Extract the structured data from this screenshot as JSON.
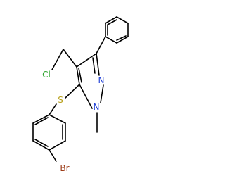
{
  "molecule": {
    "atoms": [
      {
        "id": "Cl",
        "symbol": "Cl",
        "color": "#2fa52f"
      },
      {
        "id": "N2",
        "symbol": "N",
        "color": "#1f3fd6"
      },
      {
        "id": "N1",
        "symbol": "N",
        "color": "#1f3fd6"
      },
      {
        "id": "S",
        "symbol": "S",
        "color": "#b8a11c"
      },
      {
        "id": "Br",
        "symbol": "Br",
        "color": "#9c3b17"
      }
    ]
  }
}
